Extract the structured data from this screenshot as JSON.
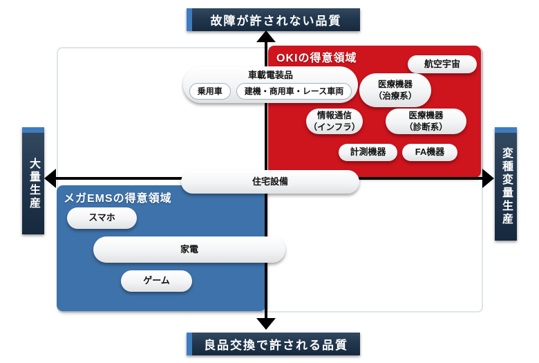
{
  "banners": {
    "top": "故障が許されない品質",
    "bottom": "良品交換で許される品質",
    "left": "大量生産",
    "right": "変種変量生産"
  },
  "quadrants": {
    "oki": {
      "title": "OKIの得意領域",
      "pills": {
        "aerospace": "航空宇宙",
        "medical_treatment": "医療機器\n（治療系）",
        "info_comm": "情報通信\n（インフラ）",
        "medical_diagnosis": "医療機器\n（診断系）",
        "measurement": "計測機器",
        "fa": "FA機器"
      },
      "automotive_group": {
        "title": "車載電装品",
        "sub_pills": [
          "乗用車",
          "建機・商用車・レース車両"
        ]
      }
    },
    "mega_ems": {
      "title": "メガEMSの得意領域",
      "pills": {
        "smartphone": "スマホ",
        "home_appliance": "家電",
        "game": "ゲーム"
      }
    },
    "shared": {
      "housing": "住宅設備"
    }
  },
  "colors": {
    "red_quadrant": "#ce141d",
    "blue_quadrant": "#3e72aa",
    "banner_navy": "#22374e",
    "banner_accent": "#3e7cc0",
    "axis": "#000000",
    "frame_border": "#dde4ea"
  }
}
